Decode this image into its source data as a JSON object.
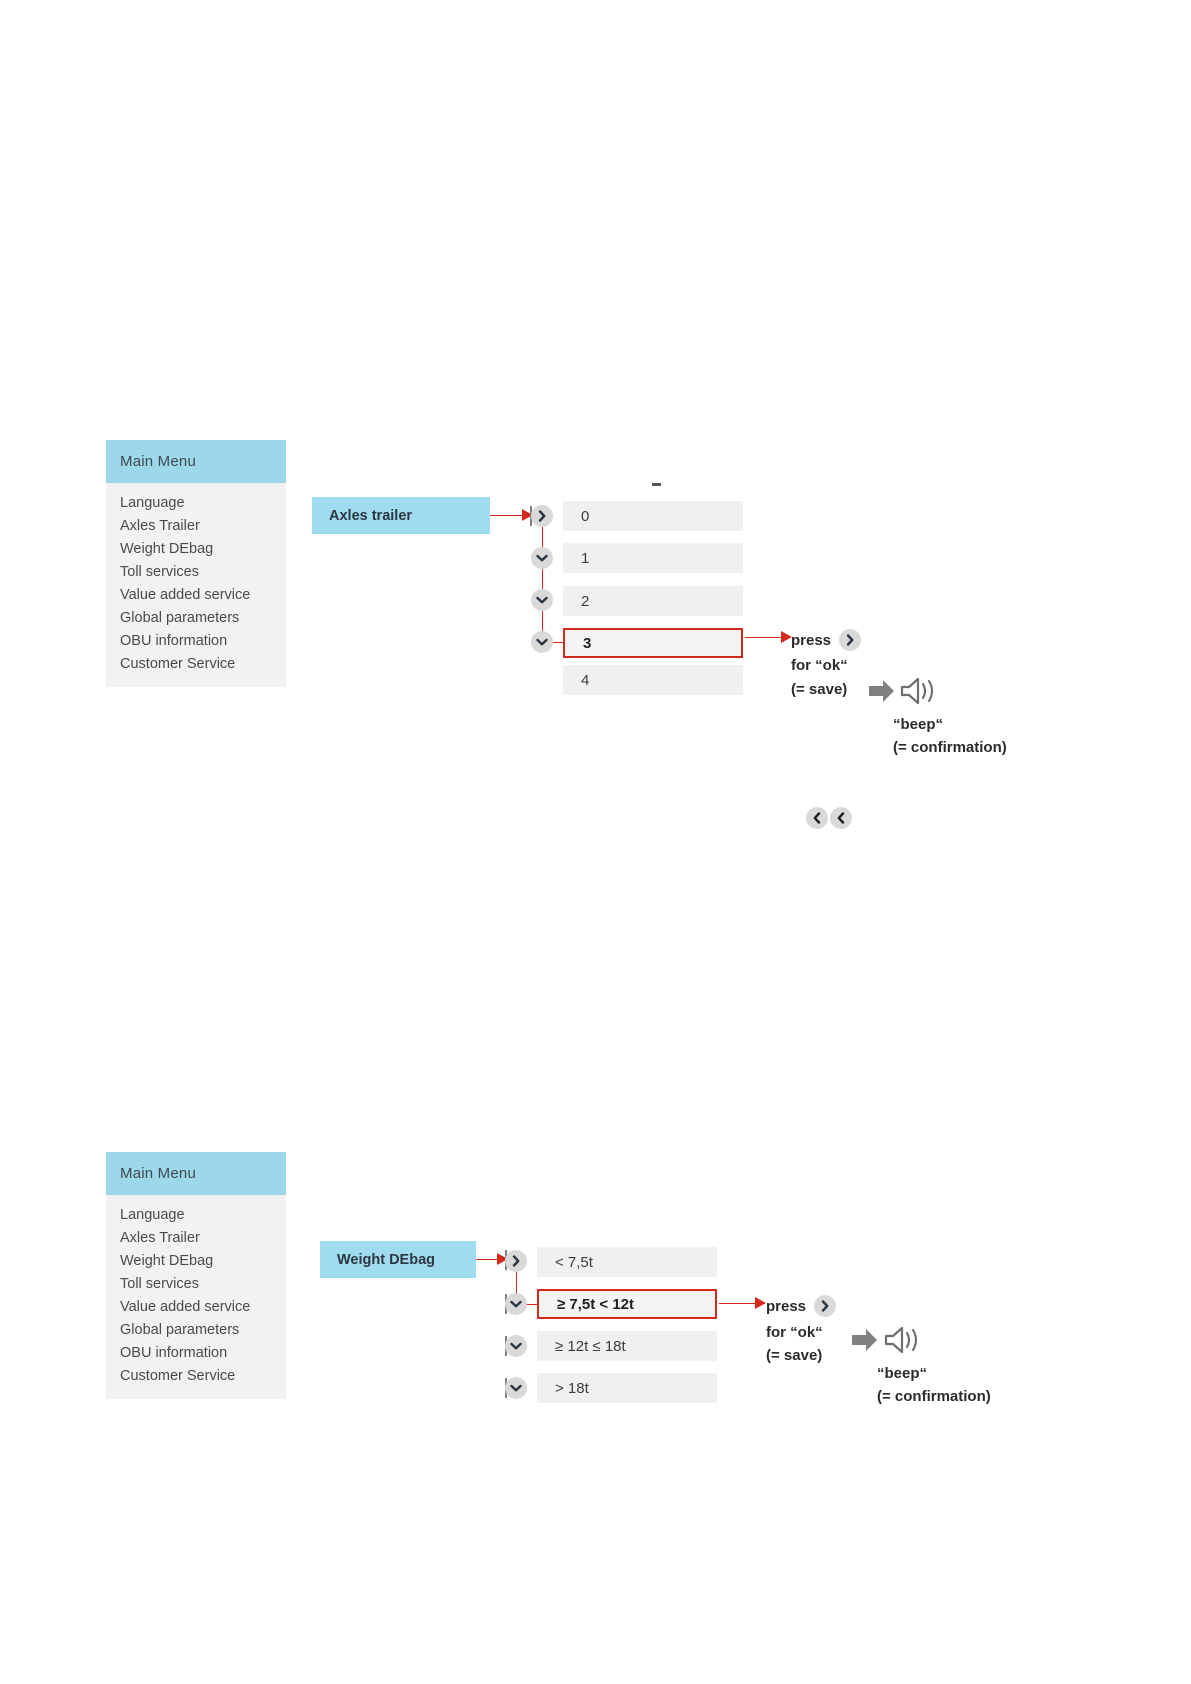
{
  "sections": [
    {
      "id": "axles-trailer",
      "menu": {
        "title": "Main Menu",
        "items": [
          "Language",
          "Axles Trailer",
          "Weight DEbag",
          "Toll services",
          "Value added service",
          "Global parameters",
          "OBU information",
          "Customer Service"
        ]
      },
      "callout_label": "Axles trailer",
      "options": [
        "0",
        "1",
        "2",
        "3",
        "4"
      ],
      "selected_option": "3",
      "selected_index": 3,
      "annotations": {
        "press": "press",
        "for_ok": "for “ok“",
        "save": "(= save)",
        "beep": "“beep“",
        "confirmation": "(= confirmation)"
      }
    },
    {
      "id": "weight-debag",
      "menu": {
        "title": "Main Menu",
        "items": [
          "Language",
          "Axles Trailer",
          "Weight DEbag",
          "Toll services",
          "Value added service",
          "Global parameters",
          "OBU information",
          "Customer Service"
        ]
      },
      "callout_label": "Weight DEbag",
      "options": [
        "< 7,5t",
        "≥ 7,5t < 12t",
        "≥ 12t  ≤ 18t",
        "> 18t"
      ],
      "selected_option": "≥ 7,5t < 12t",
      "selected_index": 1,
      "annotations": {
        "press": "press",
        "for_ok": "for “ok“",
        "save": "(= save)",
        "beep": "“beep“",
        "confirmation": "(= confirmation)"
      }
    }
  ],
  "icons": {
    "chevron_right": "chevron-right-icon",
    "chevron_down": "chevron-down-icon",
    "chevron_left": "chevron-left-icon",
    "gray_arrow": "gray-arrow-right-icon",
    "speaker": "speaker-sound-icon"
  },
  "colors": {
    "accent_blue": "#9cd8ea",
    "callout_blue": "#9fdcef",
    "row_gray": "#f0f0f0",
    "highlight_red": "#d42a1e",
    "chevron_bg": "#d9d9d9"
  }
}
